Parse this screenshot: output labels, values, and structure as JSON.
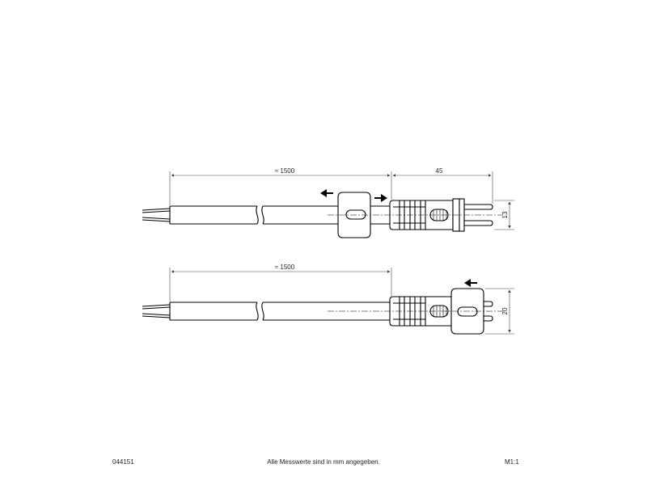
{
  "drawing": {
    "top_view": {
      "length_label": "≈ 1500",
      "plug_length_label": "45",
      "height_label": "13"
    },
    "bottom_view": {
      "length_label": "≈ 1500",
      "height_label": "20"
    }
  },
  "footer": {
    "doc_number": "044151",
    "note": "Alle Messwerte sind in mm angegeben.",
    "scale": "M1:1"
  },
  "colors": {
    "line": "#000000",
    "background": "#ffffff"
  }
}
